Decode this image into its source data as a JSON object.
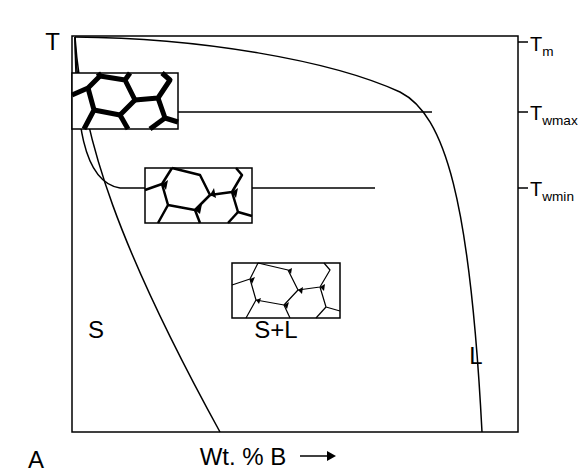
{
  "diagram": {
    "labels": [
      "T",
      "Tm",
      "Twmax",
      "Twmin",
      "S",
      "S+L",
      "L",
      "A",
      "Wt. % B"
    ]
  }
}
